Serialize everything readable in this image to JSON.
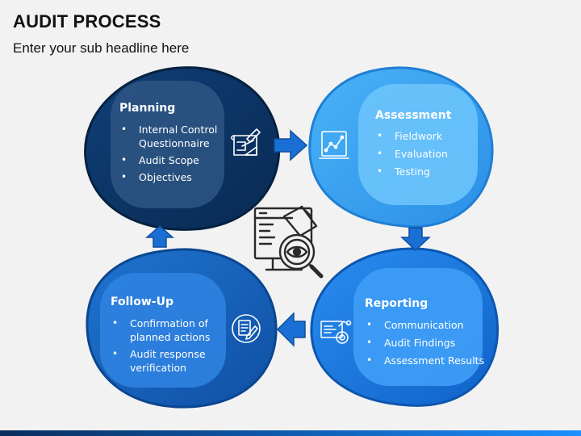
{
  "header": {
    "title": "AUDIT PROCESS",
    "subtitle": "Enter your sub headline here"
  },
  "stages": {
    "planning": {
      "title": "Planning",
      "items": [
        "Internal Control Questionnaire",
        "Audit Scope",
        "Objectives"
      ],
      "color": "#0c3766",
      "icon": "blueprint-icon"
    },
    "assessment": {
      "title": "Assessment",
      "items": [
        "Fieldwork",
        "Evaluation",
        "Testing"
      ],
      "color": "#3aa0f0",
      "icon": "presentation-chart-icon"
    },
    "reporting": {
      "title": "Reporting",
      "items": [
        "Communication",
        "Audit Findings",
        "Assessment Results"
      ],
      "color": "#1a78d8",
      "icon": "report-dashboard-icon"
    },
    "followup": {
      "title": "Follow-Up",
      "items": [
        "Confirmation of planned actions",
        "Audit response verification"
      ],
      "color": "#1660b8",
      "icon": "document-edit-icon"
    }
  },
  "center_icon": "audit-magnifier-eye-icon",
  "arrow_color": "#1a6fd4"
}
